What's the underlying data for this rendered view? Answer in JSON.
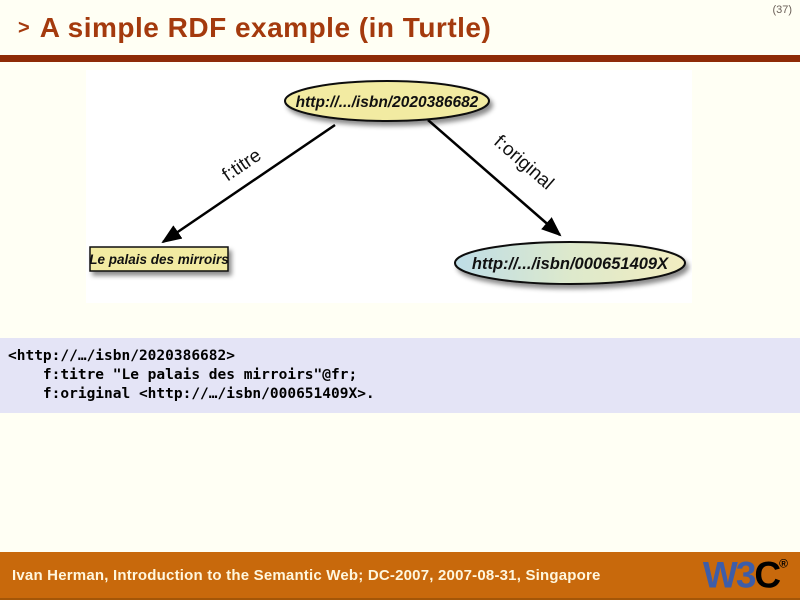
{
  "page": {
    "number": "(37)",
    "title_bullet": ">",
    "title": "A simple RDF example (in Turtle)"
  },
  "diagram": {
    "top_node": "http://.../isbn/2020386682",
    "left_node": "Le palais des mirroirs",
    "right_node": "http://.../isbn/000651409X",
    "left_edge_label": "f:titre",
    "right_edge_label": "f:original"
  },
  "code": {
    "lines": [
      "<http://…/isbn/2020386682>",
      "    f:titre \"Le palais des mirroirs\"@fr;",
      "    f:original <http://…/isbn/000651409X>."
    ]
  },
  "footer": {
    "text": "Ivan Herman, Introduction to the Semantic Web; DC-2007, 2007-08-31, Singapore",
    "logo": {
      "w3": "W3",
      "c": "C",
      "registered": "®"
    }
  },
  "colors": {
    "title": "#A43A0D",
    "rule": "#8E2B06",
    "slide_background": "#FFFFF4",
    "code_background": "#E4E4F6",
    "footer_background": "#C8690C",
    "footer_text": "#FFF7DE",
    "node_fill": "#F2EBA2",
    "right_node_gradient": [
      "#BEDDE7",
      "#DDE9CC",
      "#F2EDC0"
    ],
    "w3c_blue": "#3D5DA9"
  }
}
